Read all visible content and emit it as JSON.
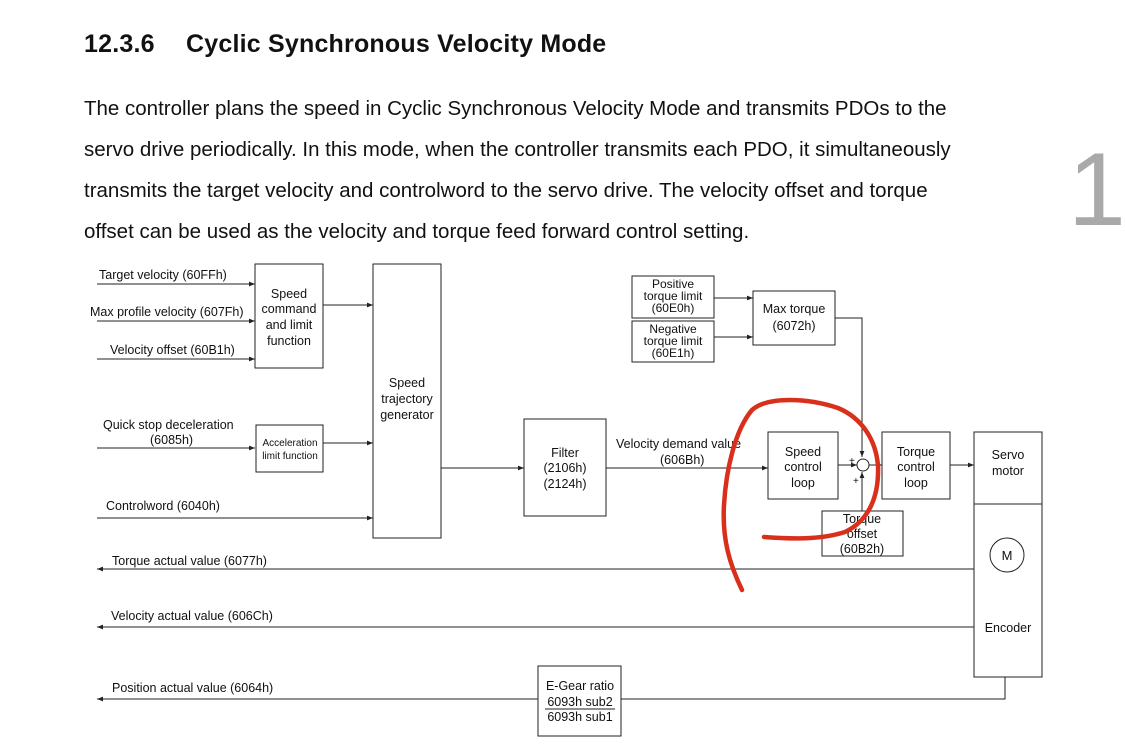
{
  "heading": {
    "number": "12.3.6",
    "title": "Cyclic Synchronous Velocity Mode"
  },
  "paragraph_lines": [
    "The controller plans the speed in Cyclic Synchronous Velocity Mode and transmits PDOs to the",
    "servo drive periodically. In this mode, when the controller transmits each PDO, it simultaneously",
    "transmits the target velocity and controlword to the servo drive. The velocity offset and torque",
    "offset can be used as the velocity and torque feed forward control setting."
  ],
  "page_number": "1",
  "diagram": {
    "inputs": {
      "target_velocity": "Target velocity (60FFh)",
      "max_profile_velocity": "Max profile velocity (607Fh)",
      "velocity_offset": "Velocity offset (60B1h)",
      "quick_stop_1": "Quick stop deceleration",
      "quick_stop_2": "(6085h)",
      "controlword": "Controlword (6040h)"
    },
    "outputs": {
      "torque_actual": "Torque actual value (6077h)",
      "velocity_actual": "Velocity actual value (606Ch)",
      "position_actual": "Position actual value (6064h)"
    },
    "blocks": {
      "speed_cmd": [
        "Speed",
        "command",
        "and limit",
        "function"
      ],
      "accel_limit": [
        "Acceleration",
        "limit function"
      ],
      "trajectory": [
        "Speed",
        "trajectory",
        "generator"
      ],
      "filter": [
        "Filter",
        "(2106h)",
        "(2124h)"
      ],
      "pos_torque": [
        "Positive",
        "torque limit",
        "(60E0h)"
      ],
      "neg_torque": [
        "Negative",
        "torque limit",
        "(60E1h)"
      ],
      "max_torque": [
        "Max torque",
        "(6072h)"
      ],
      "speed_loop": [
        "Speed",
        "control",
        "loop"
      ],
      "torque_loop": [
        "Torque",
        "control",
        "loop"
      ],
      "torque_offset": [
        "Torque",
        "offset",
        "(60B2h)"
      ],
      "servo": [
        "Servo",
        "motor"
      ],
      "motor_symbol": "M",
      "encoder": "Encoder",
      "egear": [
        "E-Gear ratio",
        "6093h sub2",
        "6093h sub1"
      ]
    },
    "velocity_demand": [
      "Velocity demand value",
      "(606Bh)"
    ],
    "summing_signs": {
      "plus_top": "+",
      "plus_bottom": "+"
    },
    "annotation_color": "#d9301c"
  }
}
